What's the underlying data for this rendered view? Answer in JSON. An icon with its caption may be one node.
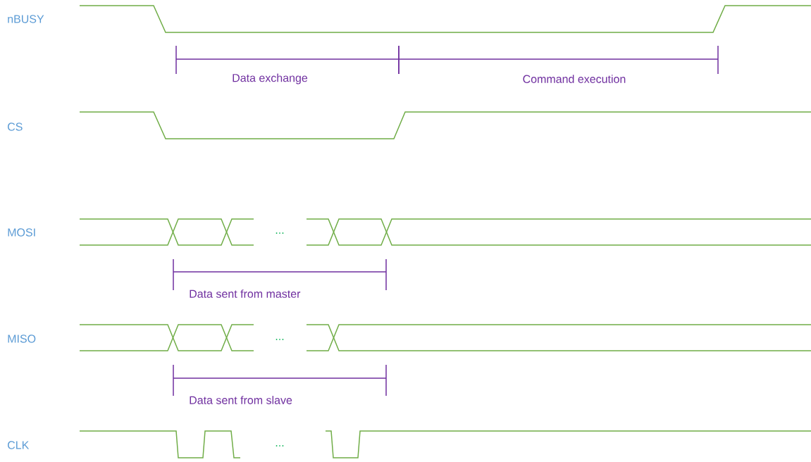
{
  "diagram": {
    "labels": [
      "nBUSY",
      "Data exchange",
      "Command execution",
      "CS",
      "MOSI",
      "...",
      "Data sent from master",
      "MISO",
      "...",
      "Data sent from slave",
      "CLK",
      "..."
    ]
  }
}
